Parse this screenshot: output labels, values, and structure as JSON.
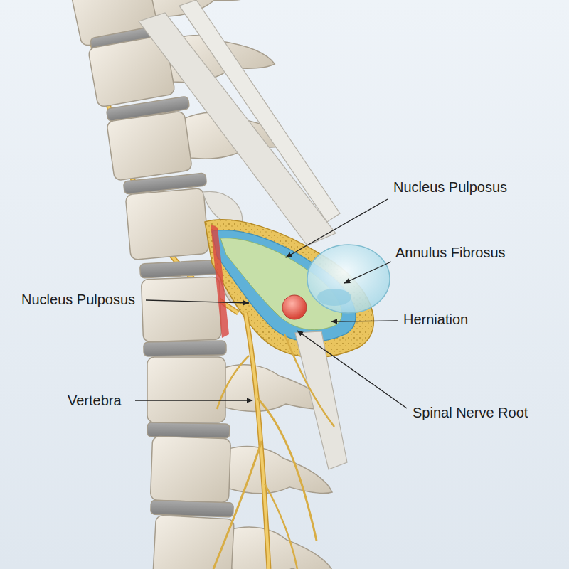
{
  "diagram": {
    "labels": [
      "Nucleus Pulposus",
      "Annulus Fibrosus",
      "Herniation",
      "Spinal Nerve Root",
      "Nucleus Pulposus",
      "Vertebra"
    ]
  }
}
